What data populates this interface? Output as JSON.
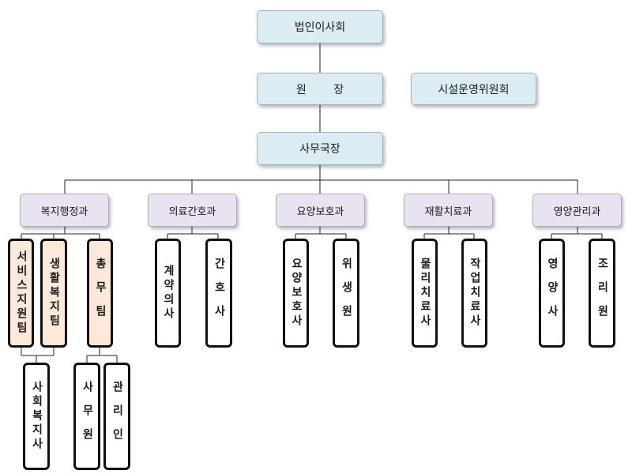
{
  "chart": {
    "board": "법인이사회",
    "director": "원 장",
    "committee": "시설운영위원회",
    "secretary_general": "사무국장",
    "departments": [
      {
        "name": "복지행정과",
        "units": [
          "서비스지원팀",
          "생활복지팀",
          "총무팀"
        ]
      },
      {
        "name": "의료간호과",
        "units": [
          "계약의사",
          "간호사"
        ]
      },
      {
        "name": "요양보호과",
        "units": [
          "요양보호사",
          "위생원"
        ]
      },
      {
        "name": "재활치료과",
        "units": [
          "물리치료사",
          "작업치료사"
        ]
      },
      {
        "name": "영양관리과",
        "units": [
          "영양사",
          "조리원"
        ]
      }
    ],
    "sub_units": {
      "welfare_team": [
        "사회복지사"
      ],
      "general_affairs": [
        "사무원",
        "관리인"
      ]
    }
  }
}
